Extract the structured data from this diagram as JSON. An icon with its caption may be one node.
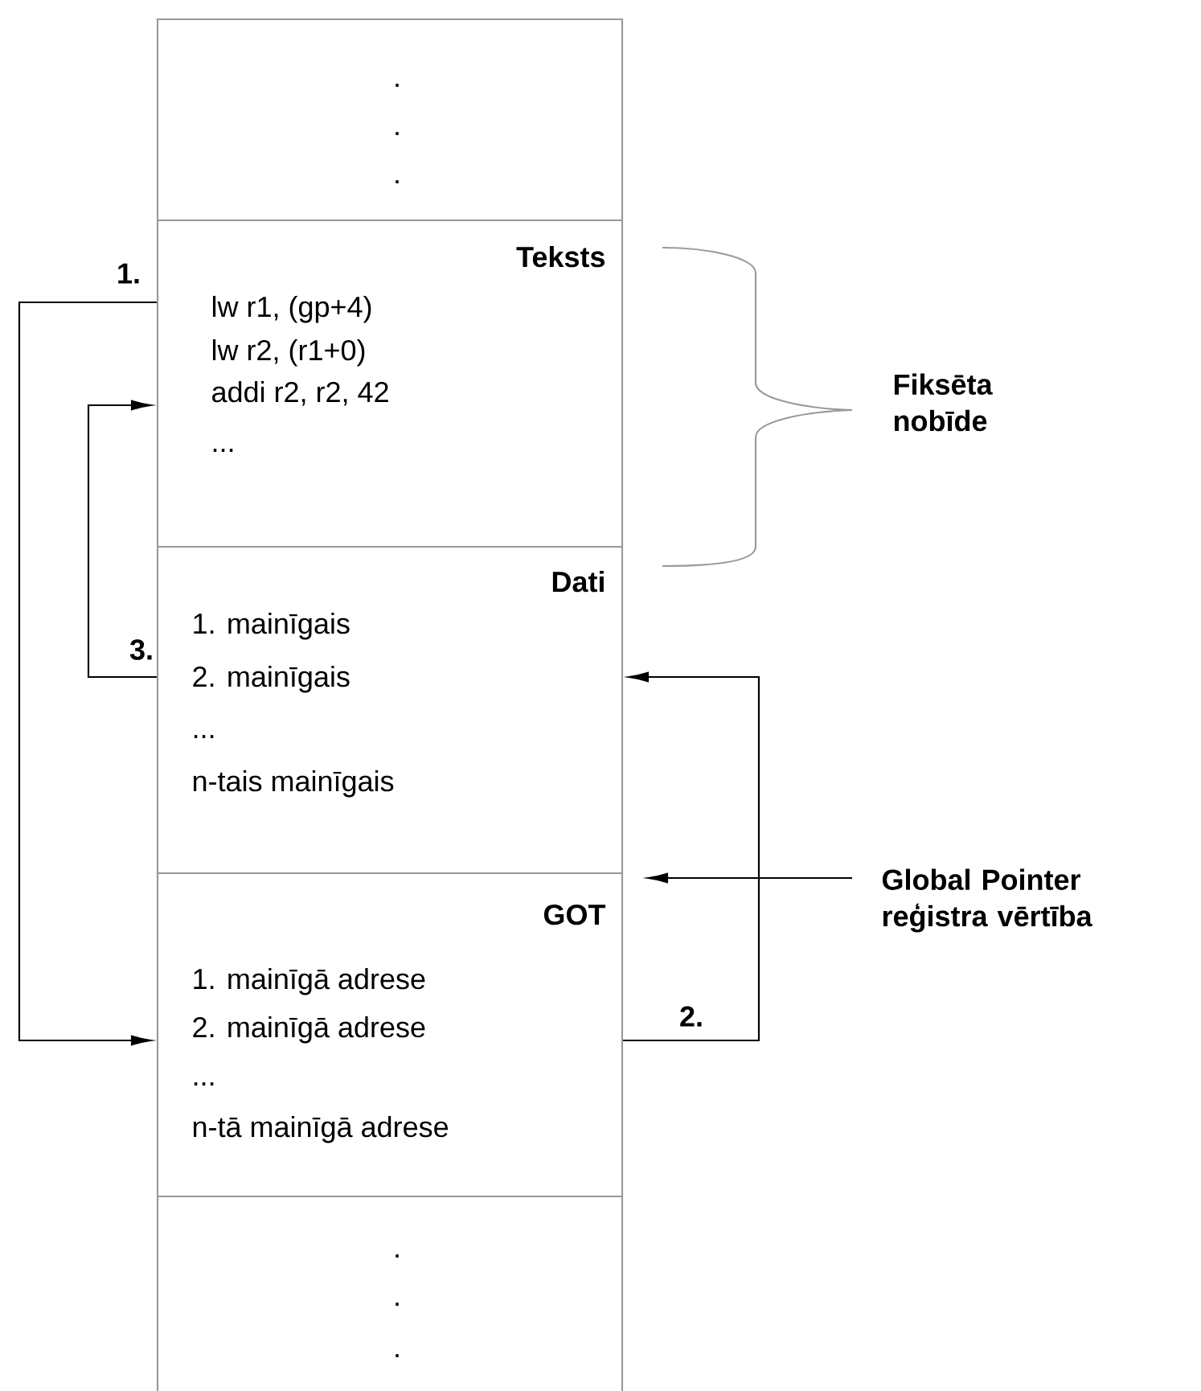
{
  "diagram": {
    "nodes": [
      {
        "text": [
          ".",
          ".",
          "."
        ]
      },
      {
        "text": [
          "Teksts",
          "lw r1, (gp+4)",
          "lw r2, (r1+0)",
          "addi r2, r2, 42",
          "..."
        ]
      },
      {
        "text": [
          "Dati",
          "1. mainīgais",
          "2. mainīgais",
          "...",
          "n-tais mainīgais"
        ]
      },
      {
        "text": [
          "GOT",
          "1. mainīgā adrese",
          "2. mainīgā adrese",
          "...",
          "n-tā mainīgā adrese"
        ]
      },
      {
        "text": [
          ".",
          ".",
          "."
        ]
      },
      {
        "text": [
          "Global Pointer reģistra vērtība"
        ]
      }
    ],
    "edges": [
      {
        "from": 1,
        "to": 3,
        "arrow": "to",
        "label": "1."
      },
      {
        "from": 3,
        "to": 2,
        "arrow": "to",
        "label": "2."
      },
      {
        "from": 2,
        "to": 1,
        "arrow": "to",
        "label": "3."
      },
      {
        "from": 5,
        "to": 3,
        "arrow": "to"
      }
    ],
    "labels": [
      "Fiksēta nobīde"
    ]
  }
}
